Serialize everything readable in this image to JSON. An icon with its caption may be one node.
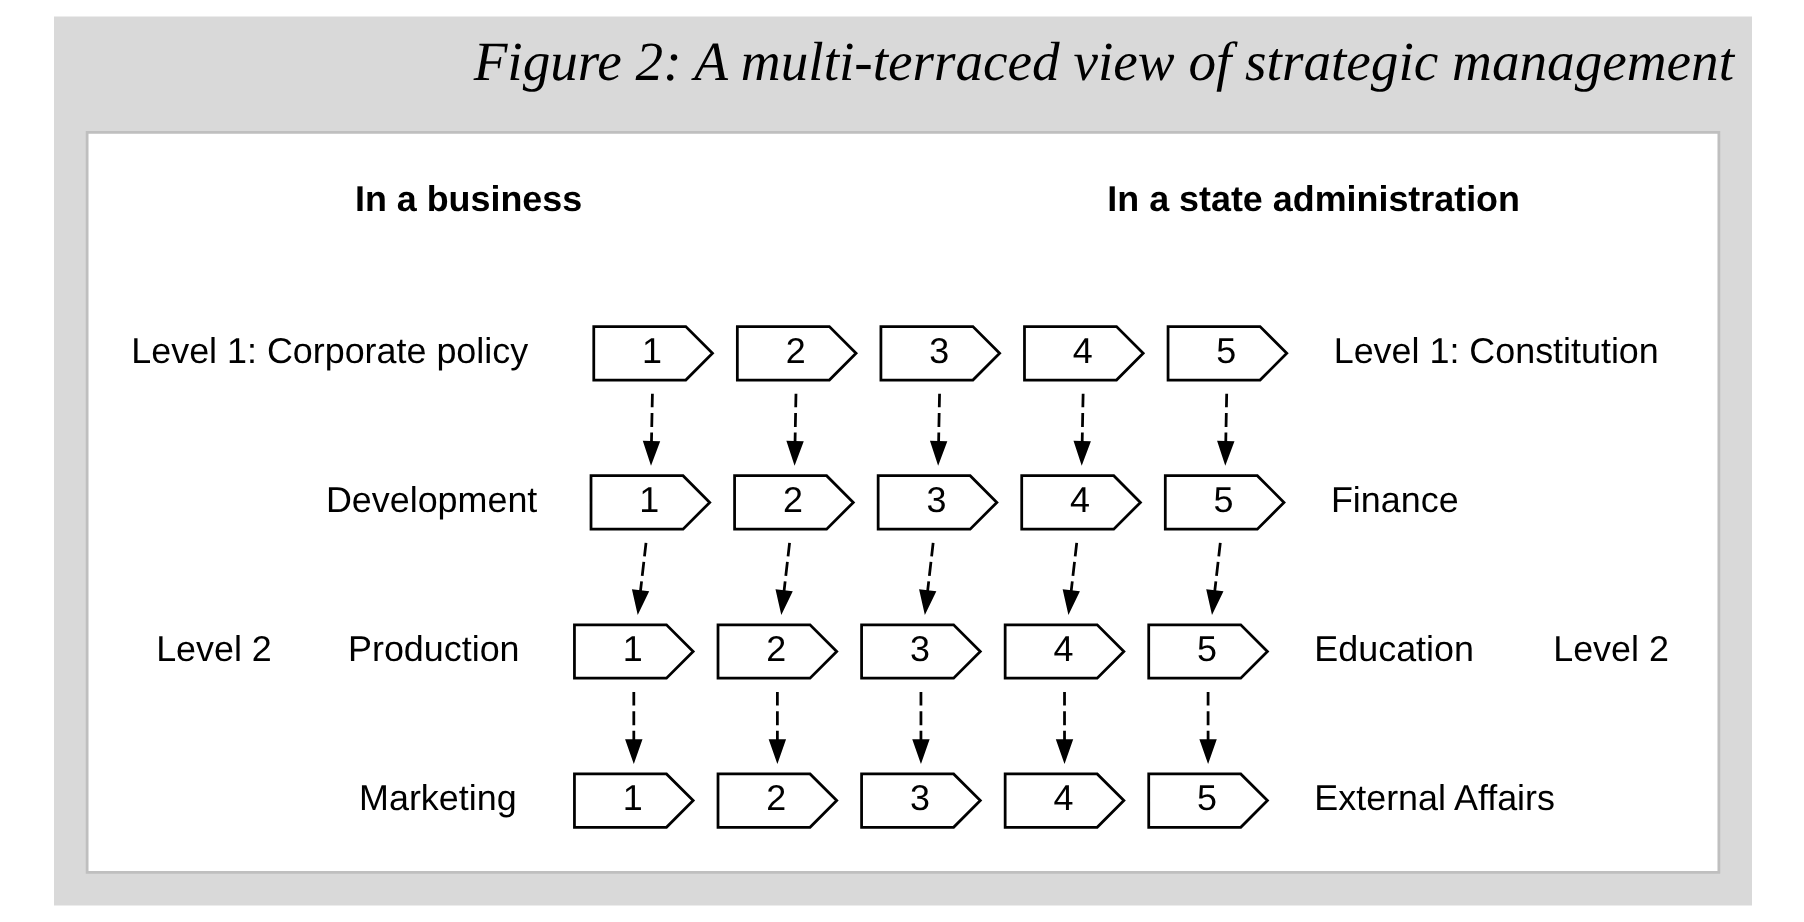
{
  "diagram": {
    "title": "Figure 2: A multi-terraced view of strategic management",
    "nodes": [
      {
        "text": [],
        "shape": "box"
      },
      {
        "text": [
          "1"
        ],
        "in": 0
      },
      {
        "text": [
          "2"
        ],
        "in": 0
      },
      {
        "text": [
          "3"
        ],
        "in": 0
      },
      {
        "text": [
          "4"
        ],
        "in": 0
      },
      {
        "text": [
          "5"
        ],
        "in": 0
      },
      {
        "text": [
          "1"
        ],
        "in": 0
      },
      {
        "text": [
          "2"
        ],
        "in": 0
      },
      {
        "text": [
          "3"
        ],
        "in": 0
      },
      {
        "text": [
          "4"
        ],
        "in": 0
      },
      {
        "text": [
          "5"
        ],
        "in": 0
      },
      {
        "text": [
          "1"
        ],
        "in": 0
      },
      {
        "text": [
          "2"
        ],
        "in": 0
      },
      {
        "text": [
          "3"
        ],
        "in": 0
      },
      {
        "text": [
          "4"
        ],
        "in": 0
      },
      {
        "text": [
          "5"
        ],
        "in": 0
      },
      {
        "text": [
          "1"
        ],
        "in": 0
      },
      {
        "text": [
          "2"
        ],
        "in": 0
      },
      {
        "text": [
          "3"
        ],
        "in": 0
      },
      {
        "text": [
          "4"
        ],
        "in": 0
      },
      {
        "text": [
          "5"
        ],
        "in": 0
      }
    ],
    "edges": [
      {
        "from": 1,
        "to": 6,
        "arrow": "to",
        "style": "dashed"
      },
      {
        "from": 2,
        "to": 7,
        "arrow": "to",
        "style": "dashed"
      },
      {
        "from": 3,
        "to": 8,
        "arrow": "to",
        "style": "dashed"
      },
      {
        "from": 4,
        "to": 9,
        "arrow": "to",
        "style": "dashed"
      },
      {
        "from": 5,
        "to": 10,
        "arrow": "to",
        "style": "dashed"
      },
      {
        "from": 6,
        "to": 11,
        "arrow": "to",
        "style": "dashed"
      },
      {
        "from": 7,
        "to": 12,
        "arrow": "to",
        "style": "dashed"
      },
      {
        "from": 8,
        "to": 13,
        "arrow": "to",
        "style": "dashed"
      },
      {
        "from": 9,
        "to": 14,
        "arrow": "to",
        "style": "dashed"
      },
      {
        "from": 10,
        "to": 15,
        "arrow": "to",
        "style": "dashed"
      },
      {
        "from": 11,
        "to": 16,
        "arrow": "to",
        "style": "dashed"
      },
      {
        "from": 12,
        "to": 17,
        "arrow": "to",
        "style": "dashed"
      },
      {
        "from": 13,
        "to": 18,
        "arrow": "to",
        "style": "dashed"
      },
      {
        "from": 14,
        "to": 19,
        "arrow": "to",
        "style": "dashed"
      },
      {
        "from": 15,
        "to": 20,
        "arrow": "to",
        "style": "dashed"
      }
    ],
    "labels": [
      "In a business",
      "In a state administration",
      "Level 1: Corporate policy",
      "Level 1: Constitution",
      "Development",
      "Finance",
      "Level 2",
      "Production",
      "Education",
      "Level 2",
      "Marketing",
      "External Affairs"
    ]
  }
}
